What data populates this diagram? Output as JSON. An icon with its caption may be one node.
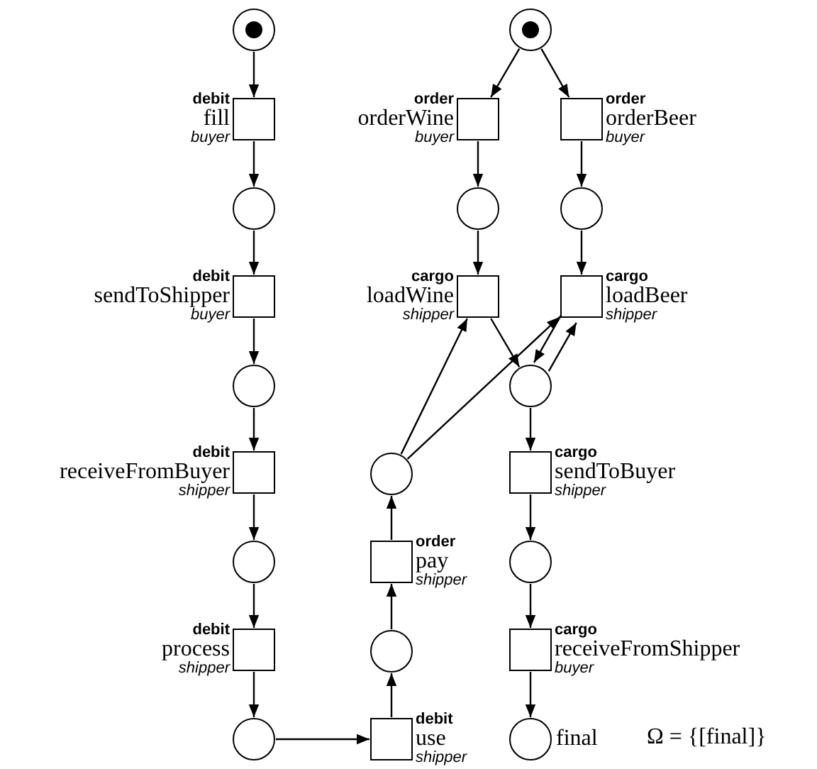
{
  "diagram": {
    "nodes": [
      {
        "text": [],
        "shape": "circle"
      },
      {
        "text": [],
        "shape": "circle"
      },
      {
        "text": [
          "debit",
          "fill",
          "buyer"
        ]
      },
      {
        "text": [
          "order",
          "orderWine",
          "buyer"
        ]
      },
      {
        "text": [
          "order",
          "orderBeer",
          "buyer"
        ]
      },
      {
        "text": [],
        "shape": "circle"
      },
      {
        "text": [],
        "shape": "circle"
      },
      {
        "text": [],
        "shape": "circle"
      },
      {
        "text": [
          "debit",
          "sendToShipper",
          "buyer"
        ]
      },
      {
        "text": [
          "cargo",
          "loadWine",
          "shipper"
        ]
      },
      {
        "text": [
          "cargo",
          "loadBeer",
          "shipper"
        ]
      },
      {
        "text": [],
        "shape": "circle"
      },
      {
        "text": [],
        "shape": "circle"
      },
      {
        "text": [
          "debit",
          "receiveFromBuyer",
          "shipper"
        ]
      },
      {
        "text": [],
        "shape": "circle"
      },
      {
        "text": [
          "cargo",
          "sendToBuyer",
          "shipper"
        ]
      },
      {
        "text": [],
        "shape": "circle"
      },
      {
        "text": [
          "order",
          "pay",
          "shipper"
        ]
      },
      {
        "text": [],
        "shape": "circle"
      },
      {
        "text": [
          "debit",
          "process",
          "shipper"
        ]
      },
      {
        "text": [],
        "shape": "circle"
      },
      {
        "text": [
          "cargo",
          "receiveFromShipper",
          "buyer"
        ]
      },
      {
        "text": [],
        "shape": "circle"
      },
      {
        "text": [
          "debit",
          "use",
          "shipper"
        ]
      },
      {
        "text": [],
        "shape": "circle",
        "beside": [
          "final"
        ]
      }
    ],
    "edges": [
      {
        "from": 0,
        "to": 2,
        "arrow": "to"
      },
      {
        "from": 2,
        "to": 5,
        "arrow": "to"
      },
      {
        "from": 5,
        "to": 8,
        "arrow": "to"
      },
      {
        "from": 8,
        "to": 11,
        "arrow": "to"
      },
      {
        "from": 11,
        "to": 13,
        "arrow": "to"
      },
      {
        "from": 13,
        "to": 16,
        "arrow": "to"
      },
      {
        "from": 16,
        "to": 19,
        "arrow": "to"
      },
      {
        "from": 19,
        "to": 22,
        "arrow": "to"
      },
      {
        "from": 22,
        "to": 23,
        "arrow": "to"
      },
      {
        "from": 23,
        "to": 20,
        "arrow": "to"
      },
      {
        "from": 20,
        "to": 17,
        "arrow": "to"
      },
      {
        "from": 17,
        "to": 14,
        "arrow": "to"
      },
      {
        "from": 14,
        "to": 9,
        "arrow": "to"
      },
      {
        "from": 14,
        "to": 10,
        "arrow": "to"
      },
      {
        "from": 1,
        "to": 3,
        "arrow": "to"
      },
      {
        "from": 1,
        "to": 4,
        "arrow": "to"
      },
      {
        "from": 3,
        "to": 6,
        "arrow": "to"
      },
      {
        "from": 4,
        "to": 7,
        "arrow": "to"
      },
      {
        "from": 6,
        "to": 9,
        "arrow": "to"
      },
      {
        "from": 7,
        "to": 10,
        "arrow": "to"
      },
      {
        "from": 9,
        "to": 12,
        "arrow": "to"
      },
      {
        "from": 12,
        "to": 10,
        "arrow": "to"
      },
      {
        "from": 10,
        "to": 12,
        "arrow": "to"
      },
      {
        "from": 12,
        "to": 15,
        "arrow": "to"
      },
      {
        "from": 15,
        "to": 18,
        "arrow": "to"
      },
      {
        "from": 18,
        "to": 21,
        "arrow": "to"
      },
      {
        "from": 21,
        "to": 24,
        "arrow": "to"
      }
    ],
    "labels": [
      "Ω = {[final]}"
    ]
  }
}
